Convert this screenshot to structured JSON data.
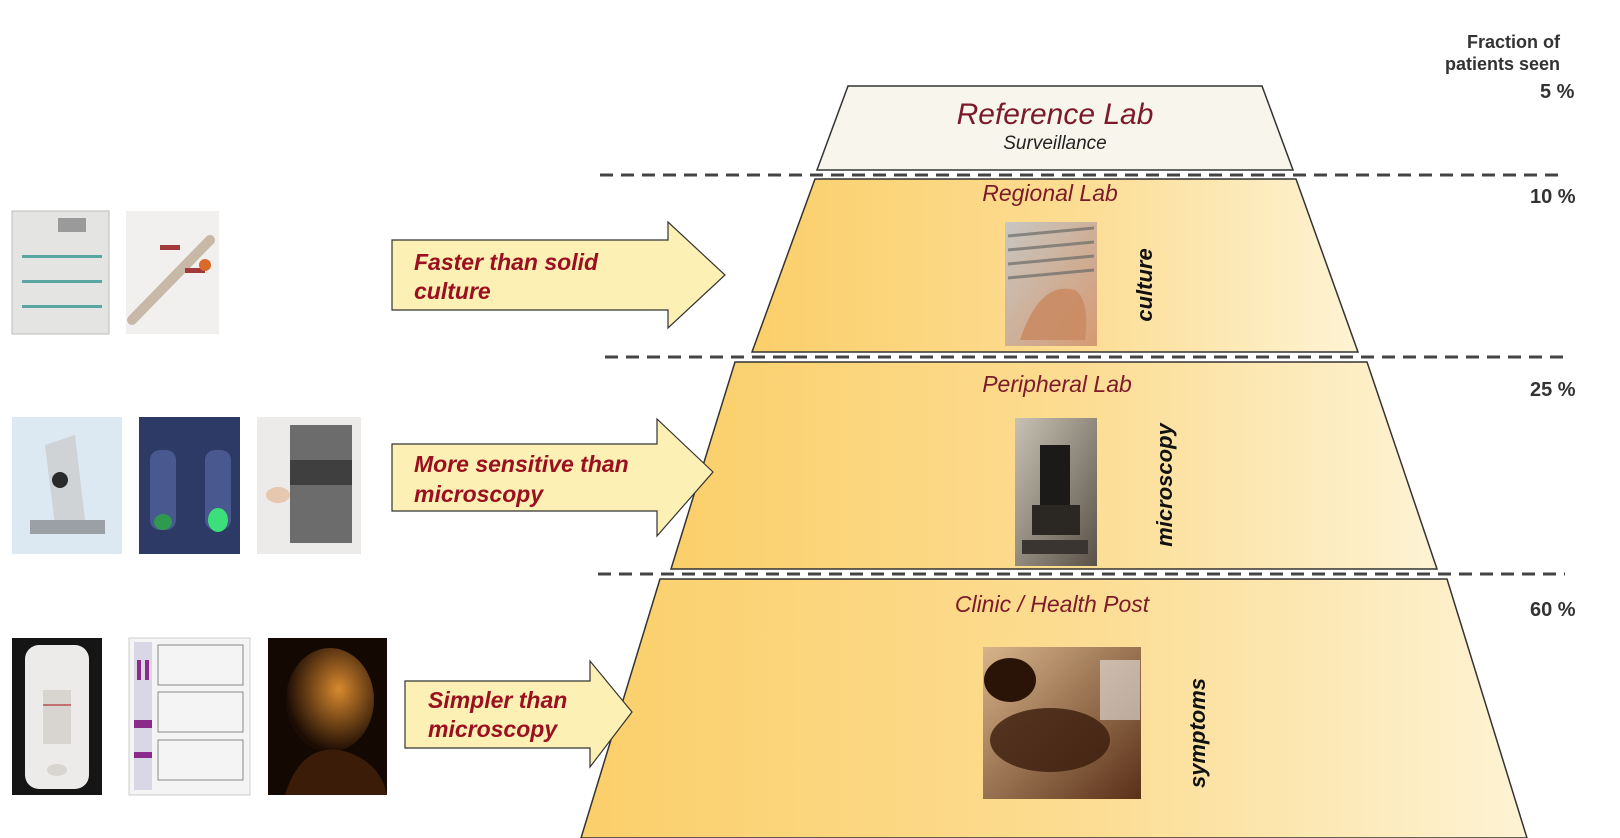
{
  "header": {
    "line1": "Fraction of",
    "line2": "patients seen"
  },
  "tiers": [
    {
      "title": "Reference Lab",
      "subtitle": "Surveillance",
      "fraction": "5 %",
      "method": ""
    },
    {
      "title": "Regional Lab",
      "subtitle": "",
      "fraction": "10 %",
      "method": "culture"
    },
    {
      "title": "Peripheral Lab",
      "subtitle": "",
      "fraction": "25 %",
      "method": "microscopy"
    },
    {
      "title": "Clinic / Health Post",
      "subtitle": "",
      "fraction": "60 %",
      "method": "symptoms"
    }
  ],
  "arrows": [
    {
      "line1": "Faster than solid",
      "line2": "culture"
    },
    {
      "line1": "More sensitive than",
      "line2": "microscopy"
    },
    {
      "line1": "Simpler than",
      "line2": "microscopy"
    }
  ],
  "colors": {
    "tier_fill": "#fbd98a",
    "top_fill": "#f8f6ec",
    "arrow_fill": "#fdf0b4",
    "title_color": "#7b1a2a",
    "arrow_text_color": "#9a1020"
  }
}
